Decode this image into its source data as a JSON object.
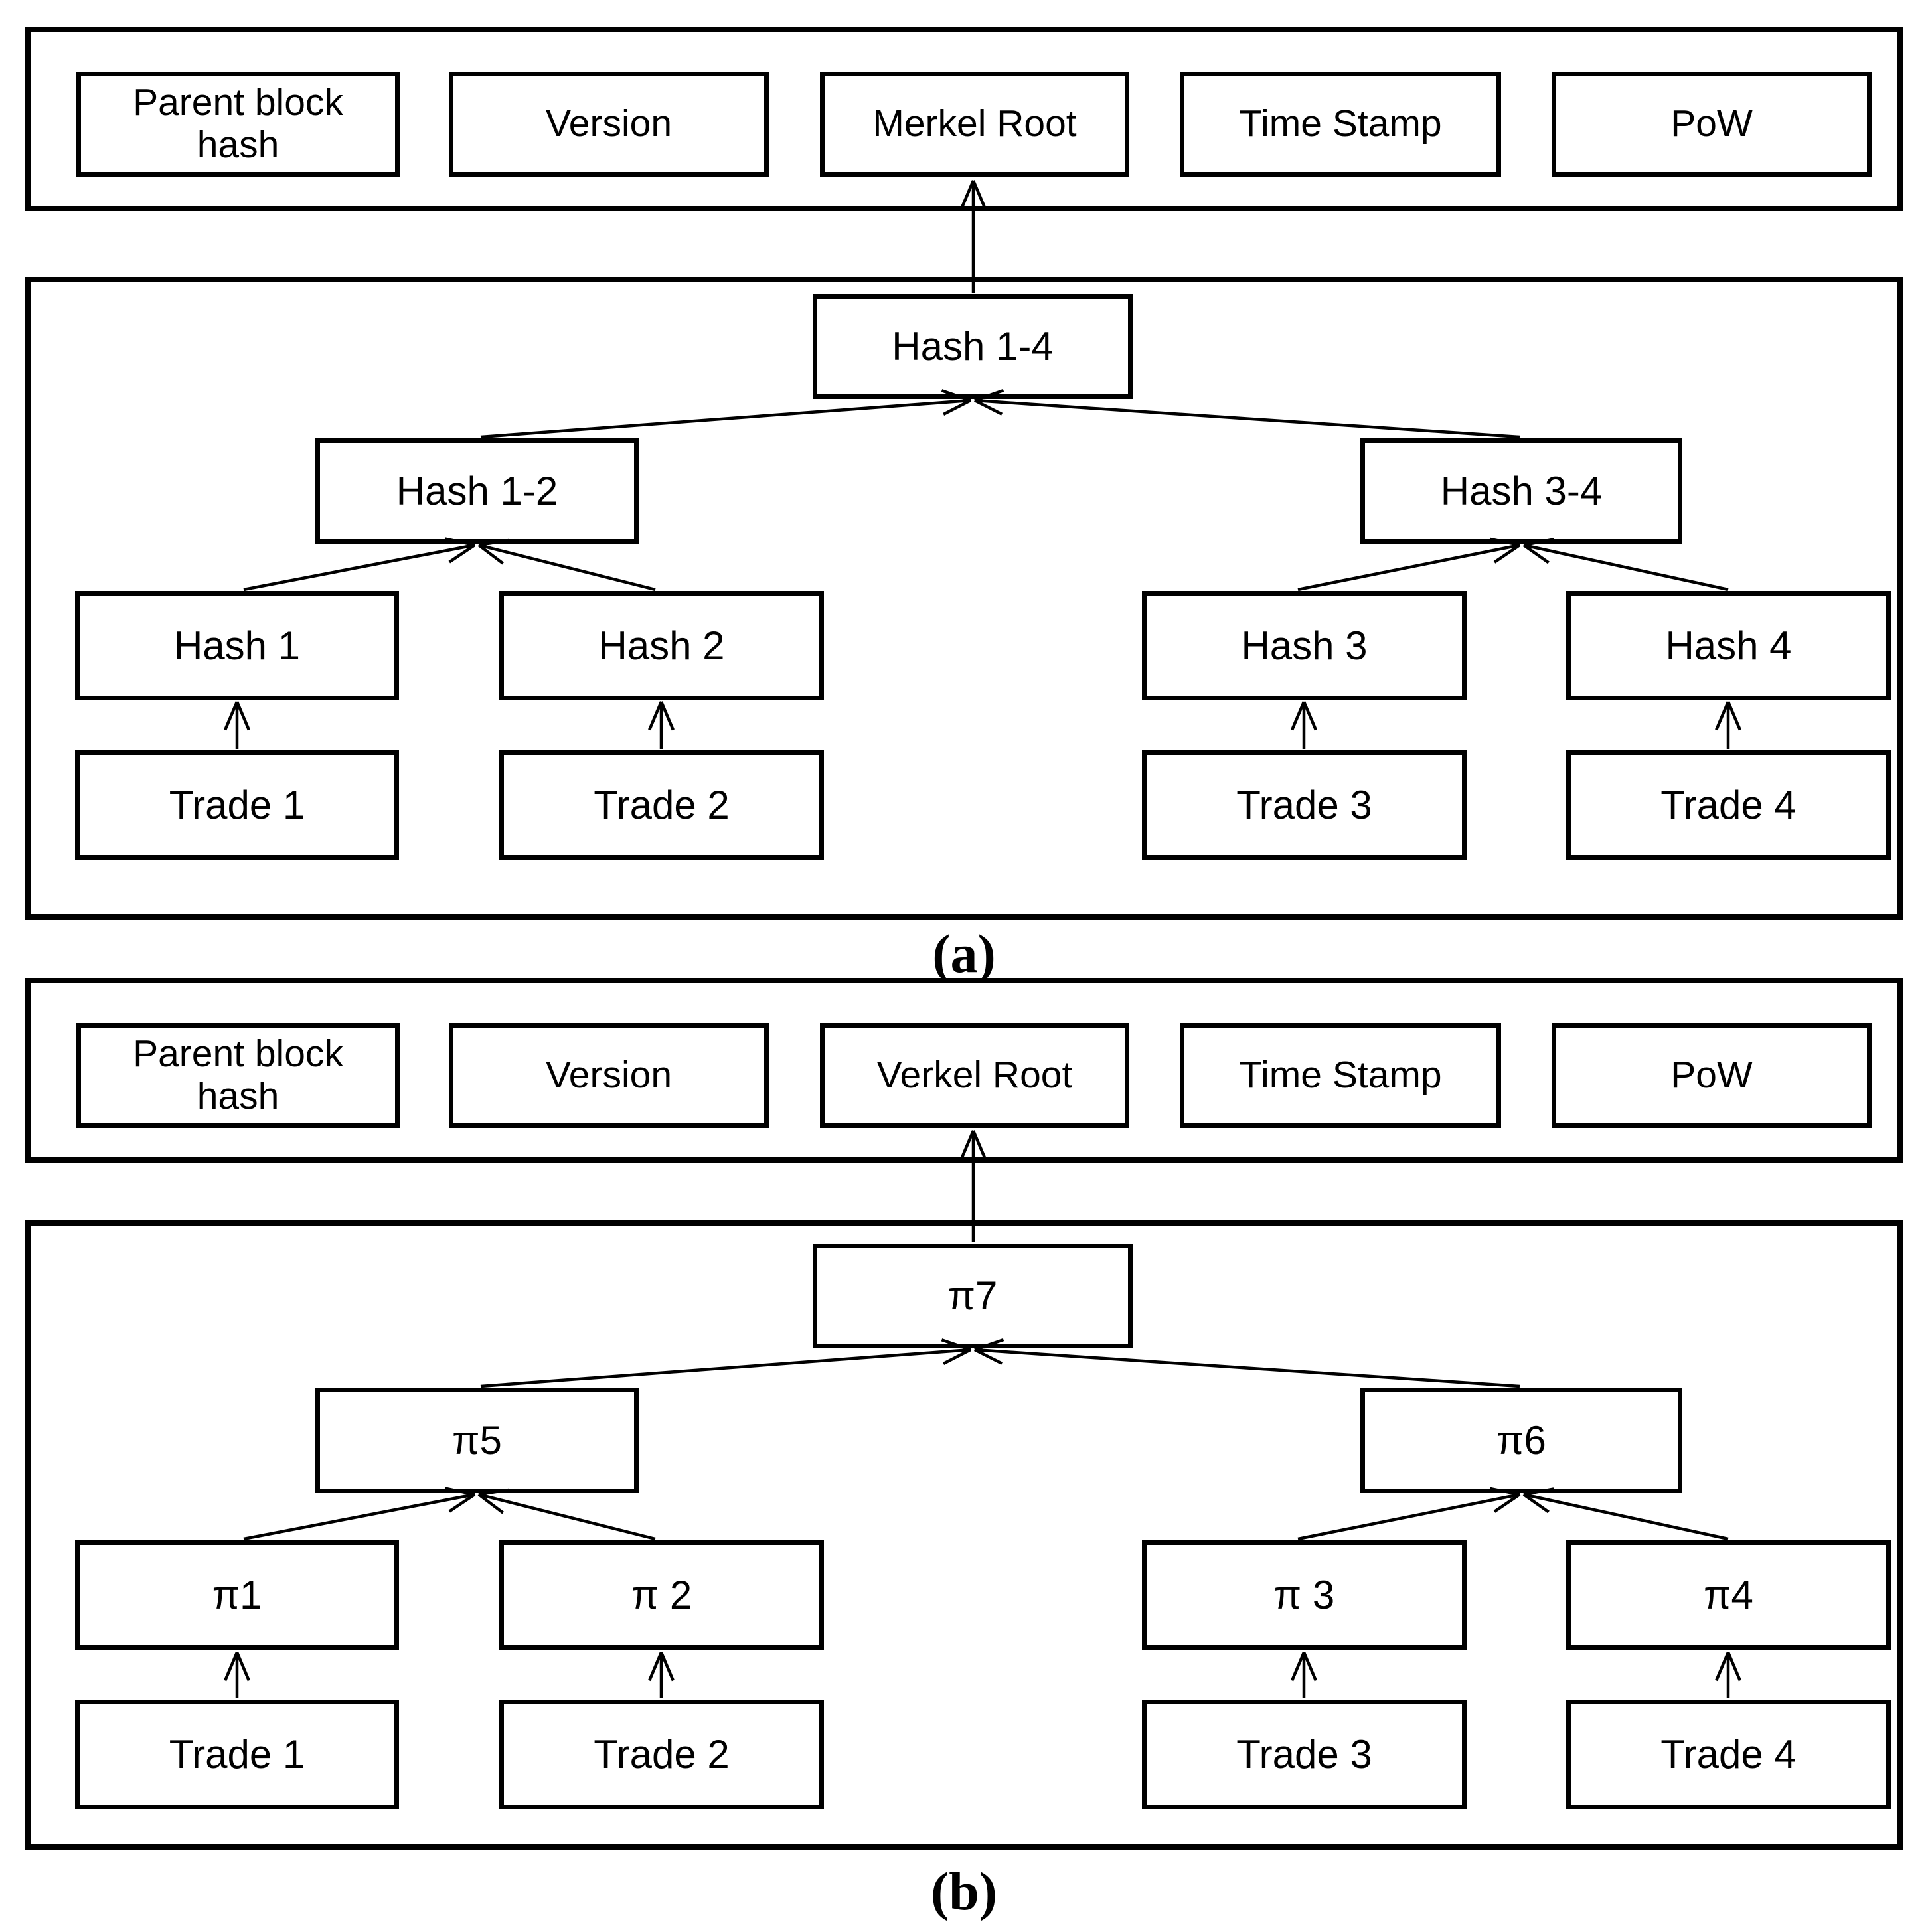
{
  "captions": {
    "a": "(a)",
    "b": "(b)"
  },
  "block_a": {
    "header_fields": [
      "Parent block hash",
      "Version",
      "Merkel Root",
      "Time Stamp",
      "PoW"
    ],
    "tree": {
      "root": "Hash 1-4",
      "internal": [
        "Hash 1-2",
        "Hash 3-4"
      ],
      "hashes": [
        "Hash 1",
        "Hash 2",
        "Hash 3",
        "Hash 4"
      ],
      "trades": [
        "Trade 1",
        "Trade 2",
        "Trade 3",
        "Trade 4"
      ]
    }
  },
  "block_b": {
    "header_fields": [
      "Parent block hash",
      "Version",
      "Verkel Root",
      "Time Stamp",
      "PoW"
    ],
    "tree": {
      "root": "π7",
      "internal": [
        "π5",
        "π6"
      ],
      "proofs": [
        "π1",
        "π 2",
        "π 3",
        "π4"
      ],
      "trades": [
        "Trade 1",
        "Trade 2",
        "Trade 3",
        "Trade 4"
      ]
    }
  }
}
